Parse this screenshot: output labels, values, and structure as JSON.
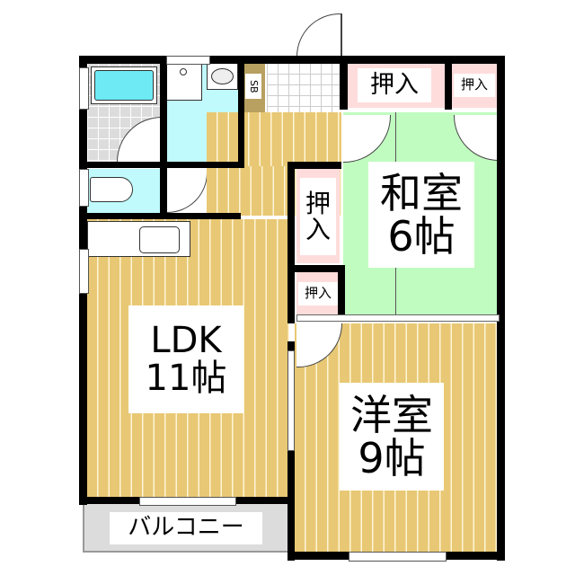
{
  "floorplan": {
    "rooms": [
      {
        "id": "ldk",
        "name": "LDK",
        "size": "11帖",
        "floor": "wood"
      },
      {
        "id": "washitsu",
        "name": "和室",
        "size": "6帖",
        "floor": "tatami"
      },
      {
        "id": "youshitsu",
        "name": "洋室",
        "size": "9帖",
        "floor": "wood"
      },
      {
        "id": "balcony",
        "name": "バルコニー",
        "floor": "grey"
      }
    ],
    "closets": [
      {
        "id": "closet-top-large",
        "label": "押入"
      },
      {
        "id": "closet-top-small",
        "label": "押入"
      },
      {
        "id": "closet-middle",
        "label_line1": "押",
        "label_line2": "入"
      },
      {
        "id": "closet-lower-small",
        "label": "押入"
      }
    ],
    "shoe_box": {
      "label": "SB"
    },
    "colors": {
      "wall": "#000000",
      "wood": "#e8c874",
      "tatami": "#c0fcc0",
      "closet": "#ffdcdc",
      "wet_area": "#c0fafc",
      "balcony": "#dcdcdc",
      "shoe_box": "#b8a060"
    }
  }
}
